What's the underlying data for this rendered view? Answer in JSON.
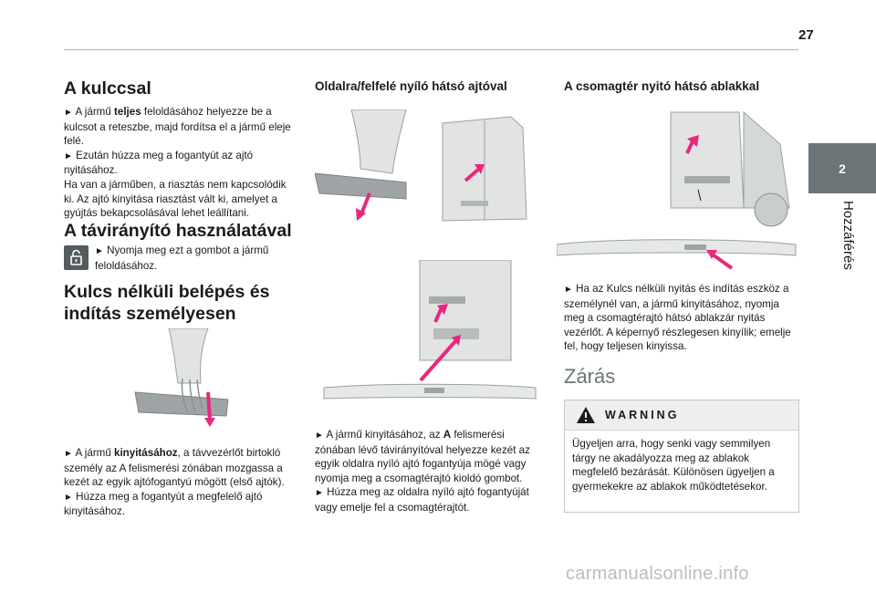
{
  "page": {
    "number": "27",
    "tab_number": "2",
    "tab_label": "Hozzáférés"
  },
  "col1": {
    "h_key": "A kulccsal",
    "key_p1_pre": " A jármű ",
    "key_p1_bold": "teljes",
    "key_p1_post": " feloldásához helyezze be a kulcsot a reteszbe, majd fordítsa el a jármű eleje felé.",
    "key_p2": " Ezután húzza meg a fogantyút az ajtó nyitásához.",
    "key_p3": "Ha van a járműben, a riasztás nem kapcsolódik ki. Az ajtó kinyitása riasztást vált ki, amelyet a gyújtás bekapcsolásával lehet leállítani.",
    "h_remote": "A távirányító használatával",
    "remote_p": " Nyomja meg ezt a gombot a jármű feloldásához.",
    "h_keyless": "Kulcs nélküli belépés és indítás személyesen",
    "keyless_p1_pre": " A jármű ",
    "keyless_p1_bold": "kinyitásához",
    "keyless_p1_post": ", a távvezérlőt birtokló személy az A felismerési zónában mozgassa a kezét az egyik ajtófogantyú mögött (első ajtók).",
    "keyless_p2": " Húzza meg a fogantyút a megfelelő ajtó kinyitásához."
  },
  "col2": {
    "h_door": "Oldalra/felfelé nyíló hátsó ajtóval",
    "p1_pre": " A jármű kinyitásához, az ",
    "p1_bold": "A",
    "p1_post": " felismerési zónában lévő távirányítóval helyezze kezét az egyik oldalra nyíló ajtó fogantyúja mögé vagy nyomja meg a csomagtérajtó kioldó gombot.",
    "p2": " Húzza meg az oldalra nyíló ajtó fogantyúját vagy emelje fel a csomagtérajtót."
  },
  "col3": {
    "h_window": "A csomagtér nyitó hátsó ablakkal",
    "p1": " Ha az Kulcs nélküli nyitás és indítás eszköz a személynél van, a jármű kinyitásához, nyomja meg a csomagtérajtó hátsó ablakzár nyitás vezérlőt. A képernyő részlegesen kinyílik; emelje fel, hogy teljesen kinyissa.",
    "h_close": "Zárás",
    "warning_title": "WARNING",
    "warning_text": "Ügyeljen arra, hogy senki vagy semmilyen tárgy ne akadályozza meg az ablakok megfelelő bezárását. Különösen ügyeljen a gyermekekre az ablakok működtetésekor."
  },
  "bullet": "►",
  "watermark": "carmanualsonline.info",
  "colors": {
    "accent_pink": "#e8287d",
    "tab_gray": "#6b7476",
    "heading_gray": "#6a7577"
  }
}
